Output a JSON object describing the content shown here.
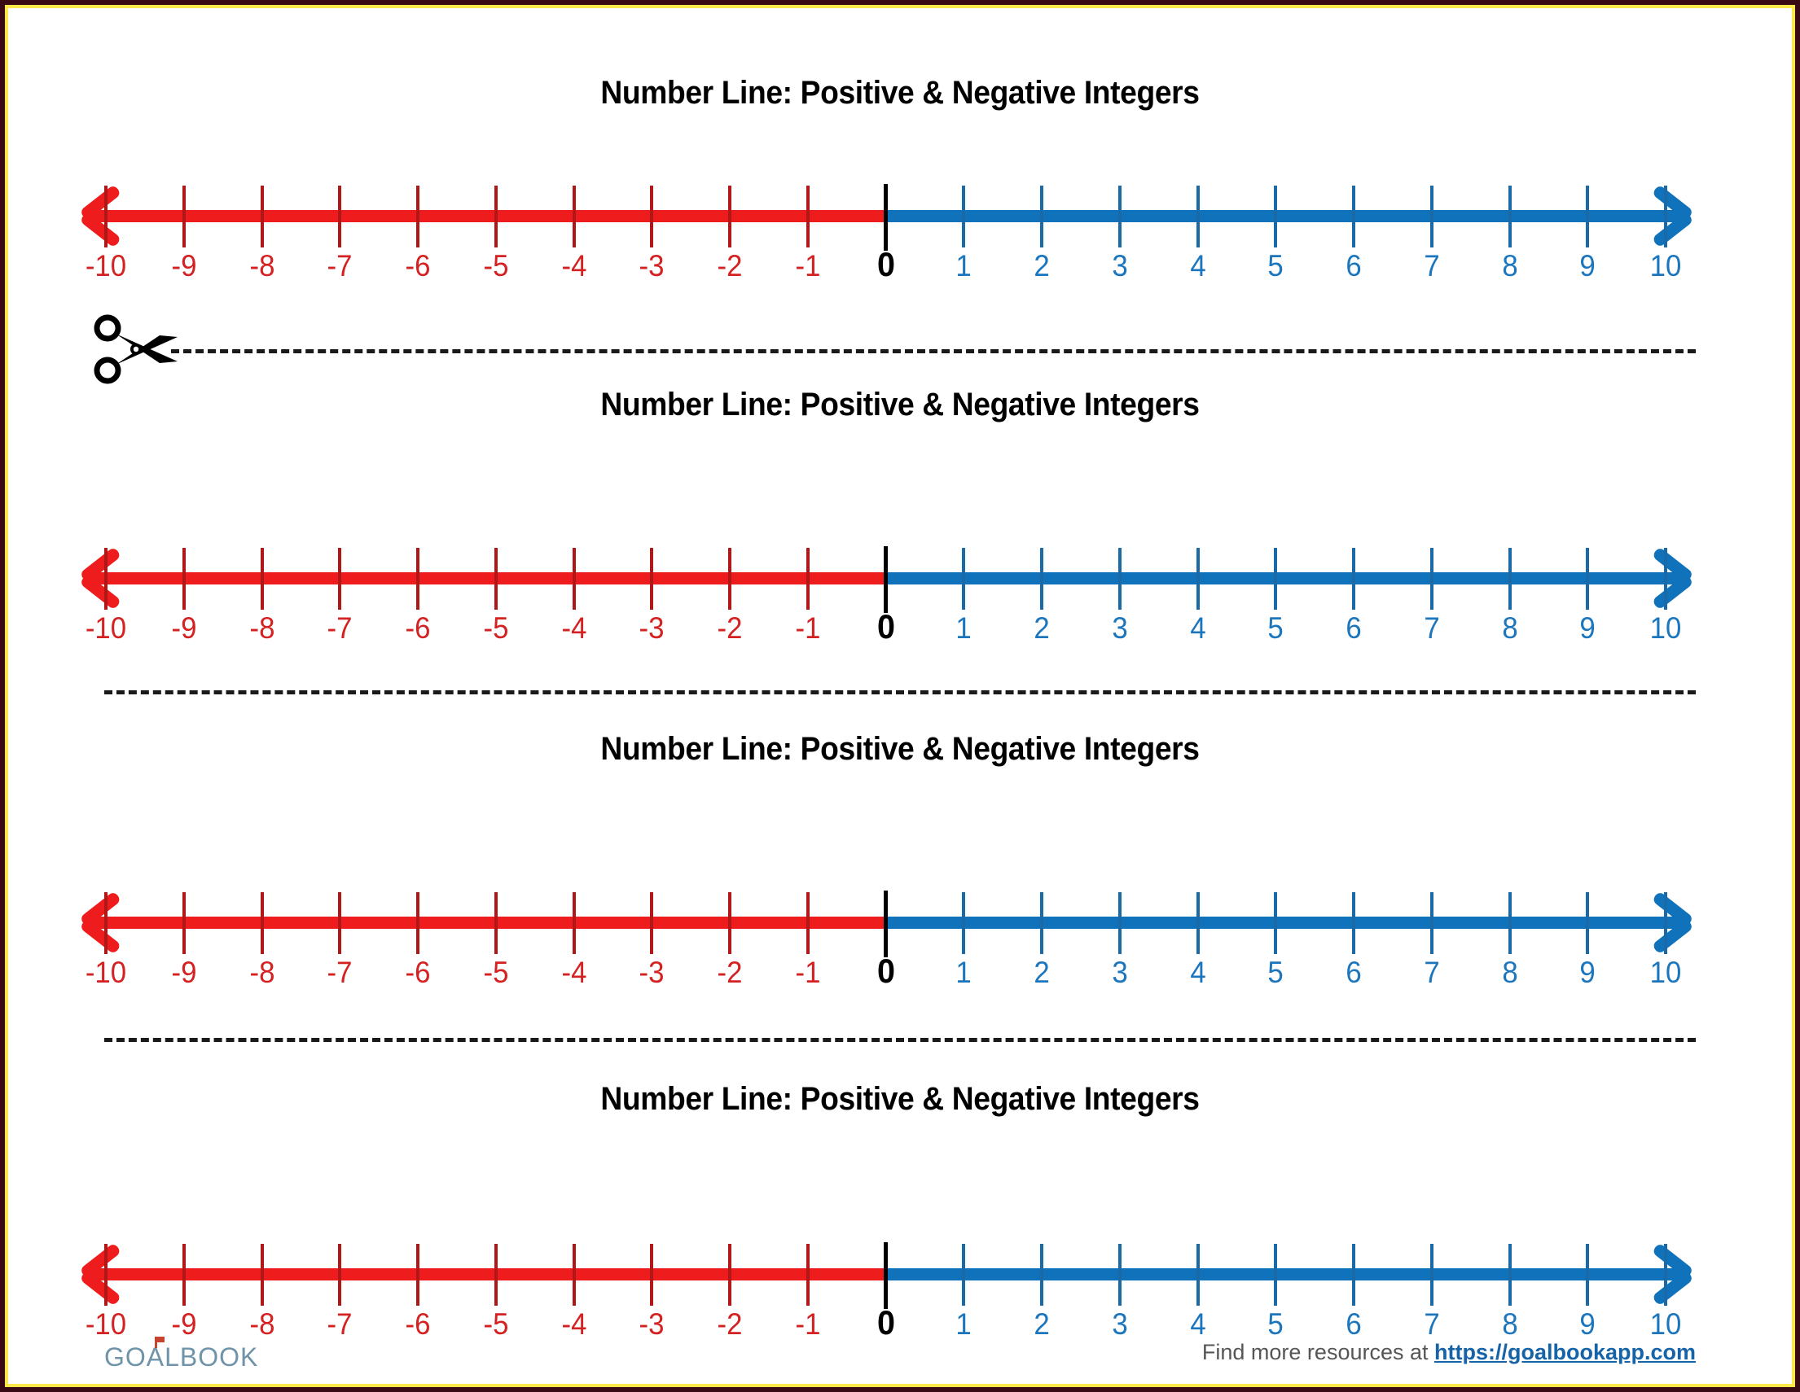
{
  "document": {
    "kind": "worksheet",
    "border_outer_color": "#3a0a14",
    "border_inner_color": "#ffe94a",
    "background_color": "#ffffff"
  },
  "colors": {
    "negative_line": "#ee1c1c",
    "negative_tick": "#b01818",
    "negative_label": "#d42121",
    "positive_line": "#0f72ba",
    "positive_tick": "#1a6aa8",
    "positive_label": "#1b76bd",
    "zero": "#000000",
    "cut_line": "#1a1a1a",
    "logo": "#6f93a8",
    "logo_flag": "#c8432e",
    "footer_text": "#565656",
    "footer_link": "#1663a8"
  },
  "sections": [
    {
      "title": "Number Line: Positive & Negative Integers"
    },
    {
      "title": "Number Line: Positive & Negative Integers"
    },
    {
      "title": "Number Line: Positive & Negative Integers"
    },
    {
      "title": "Number Line: Positive & Negative Integers"
    }
  ],
  "chart_data": {
    "type": "number-line",
    "title": "Number Line: Positive & Negative Integers",
    "repeats": 4,
    "xlim": [
      -10,
      10
    ],
    "tick_step": 1,
    "grid": false,
    "legend": "none",
    "xlabel": "",
    "ylabel": "",
    "categories": [
      "-10",
      "-9",
      "-8",
      "-7",
      "-6",
      "-5",
      "-4",
      "-3",
      "-2",
      "-1",
      "0",
      "1",
      "2",
      "3",
      "4",
      "5",
      "6",
      "7",
      "8",
      "9",
      "10"
    ],
    "values": [
      -10,
      -9,
      -8,
      -7,
      -6,
      -5,
      -4,
      -3,
      -2,
      -1,
      0,
      1,
      2,
      3,
      4,
      5,
      6,
      7,
      8,
      9,
      10
    ],
    "tick_labels": [
      "-10",
      "-9",
      "-8",
      "-7",
      "-6",
      "-5",
      "-4",
      "-3",
      "-2",
      "-1",
      "0",
      "1",
      "2",
      "3",
      "4",
      "5",
      "6",
      "7",
      "8",
      "9",
      "10"
    ],
    "segments": [
      {
        "name": "negative",
        "range": [
          -10,
          0
        ],
        "color": "#ee1c1c",
        "arrow": "left"
      },
      {
        "name": "positive",
        "range": [
          0,
          10
        ],
        "color": "#0f72ba",
        "arrow": "right"
      }
    ],
    "annotations": [
      {
        "at": 0,
        "text": "0",
        "style": "bold-black"
      }
    ]
  },
  "cut_lines": [
    {
      "has_scissors": true,
      "icon": "scissors-icon"
    },
    {
      "has_scissors": false,
      "icon": ""
    },
    {
      "has_scissors": false,
      "icon": ""
    }
  ],
  "footer": {
    "logo_text": "GOALBOOK",
    "note_prefix": "Find more resources at ",
    "url": "https://goalbookapp.com"
  }
}
